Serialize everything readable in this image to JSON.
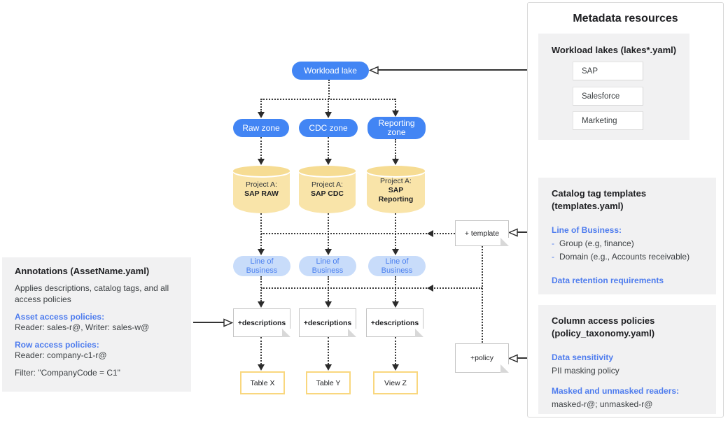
{
  "colors": {
    "pill_blue": "#4285F4",
    "lob_fill": "#C8DCFA",
    "lob_text": "#4A7FEF",
    "cylinder_body": "#F9E4A9",
    "cylinder_top": "#F6DC93",
    "table_border": "#F9D77E",
    "panel_gray": "#F1F1F2",
    "accent_blue_text": "#4E7CEE"
  },
  "diagram": {
    "workload_lake_label": "Workload lake",
    "zones": [
      "Raw zone",
      "CDC zone",
      "Reporting zone"
    ],
    "cylinders": [
      {
        "line1": "Project A:",
        "line2": "SAP RAW"
      },
      {
        "line1": "Project A:",
        "line2": "SAP CDC"
      },
      {
        "line1": "Project A:",
        "line2": "SAP Reporting"
      }
    ],
    "lob_label": "Line of Business",
    "descriptions_label": "+descriptions",
    "template_label": "+ template",
    "policy_label": "+policy",
    "tables": [
      "Table X",
      "Table Y",
      "View Z"
    ]
  },
  "annotations_panel": {
    "title": "Annotations (AssetName.yaml)",
    "description": "Applies descriptions, catalog tags, and all access policies",
    "asset_heading": "Asset access policies:",
    "asset_value": "Reader: sales-r@, Writer: sales-w@",
    "row_heading": "Row access policies:",
    "row_value": "Reader: company-c1-r@",
    "filter_value": "Filter: \"CompanyCode = C1\""
  },
  "metadata_panel": {
    "title": "Metadata resources",
    "workload_lakes": {
      "title": "Workload lakes (lakes*.yaml)",
      "items": [
        "SAP",
        "Salesforce",
        "Marketing"
      ]
    },
    "catalog_templates": {
      "title_line1": "Catalog tag templates",
      "title_line2": "(templates.yaml)",
      "lob_heading": "Line of Business:",
      "bullet1_dash": "-",
      "bullet1_text": "Group (e.g, finance)",
      "bullet2_dash": "-",
      "bullet2_text": "Domain (e.g., Accounts receivable)",
      "retention_heading": "Data retention requirements"
    },
    "column_policies": {
      "title_line1": "Column access policies",
      "title_line2": "(policy_taxonomy.yaml)",
      "sensitivity_heading": "Data sensitivity",
      "sensitivity_value": "PII masking policy",
      "readers_heading": "Masked and unmasked readers:",
      "readers_value": "masked-r@; unmasked-r@"
    }
  }
}
